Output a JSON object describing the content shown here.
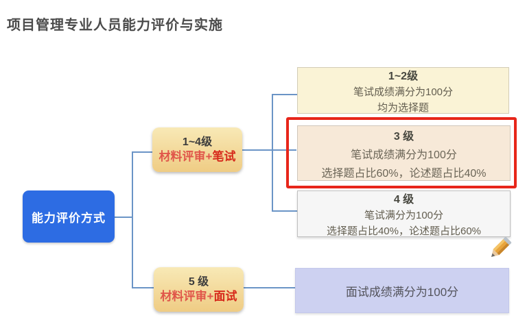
{
  "title": "项目管理专业人员能力评价与实施",
  "root": {
    "label": "能力评价方式"
  },
  "branches": [
    {
      "level": "1~4级",
      "method_prefix": "材料评审+",
      "method_emphasis": "笔试"
    },
    {
      "level": "5 级",
      "method_prefix": "材料评审+",
      "method_emphasis": "面试"
    }
  ],
  "leaves": [
    {
      "level": "1~2级",
      "line1": "笔试成绩满分为100分",
      "line2": "均为选择题"
    },
    {
      "level": "3 级",
      "line1": "笔试成绩满分为100分",
      "line2": "选择题占比60%，论述题占比40%",
      "highlighted": true
    },
    {
      "level": "4 级",
      "line1": "笔试满分为100分",
      "line2": "选择题占比40%，论述题占比60%"
    }
  ],
  "interview": {
    "text": "面试成绩满分为100分"
  },
  "icons": {
    "pencil": "pencil"
  },
  "colors": {
    "root_box": "#2d6ce3",
    "branch_box_top": "#f8e9b6",
    "branch_box_bottom": "#efcc84",
    "leaf_cream": "#faf3d6",
    "leaf_peach": "#f7e9d8",
    "leaf_gray": "#f6f6f6",
    "leaf_lavender": "#cdd1f1",
    "connector": "#6a94c6",
    "highlight_border": "#e7261a",
    "emphasis_red": "#d6281a",
    "title_text": "#4b4b4b"
  }
}
